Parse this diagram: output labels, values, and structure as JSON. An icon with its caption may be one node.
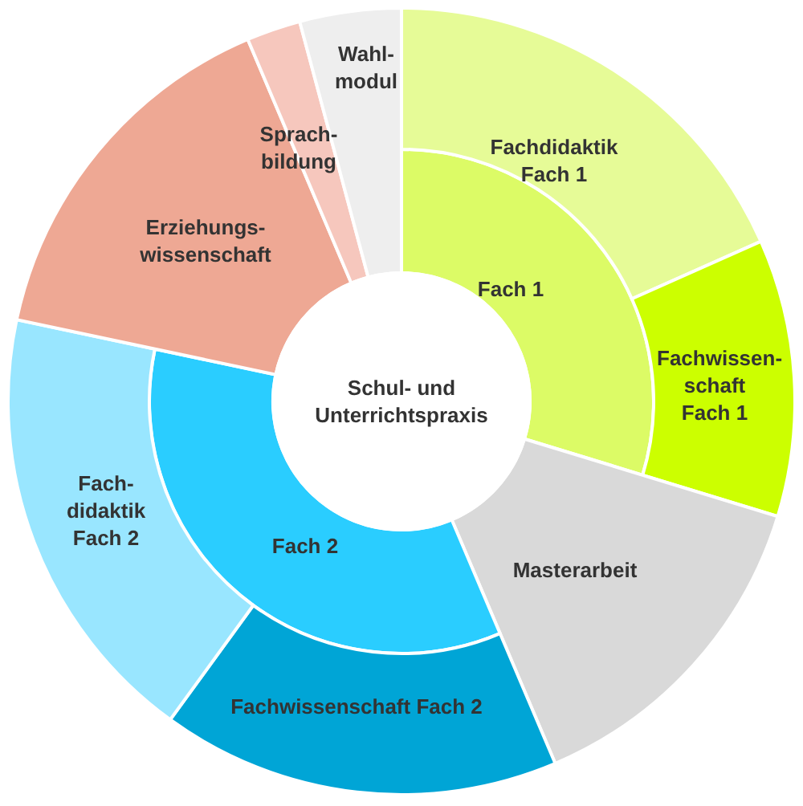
{
  "diagram": {
    "nodes": [
      {
        "text": [
          "Schul- und Unterrichtspraxis"
        ]
      },
      {
        "text": [
          "Fach 1"
        ]
      },
      {
        "text": [
          "Fachdidaktik Fach 1"
        ]
      },
      {
        "text": [
          "Fachwissen- schaft Fach 1"
        ]
      },
      {
        "text": [
          "Masterarbeit"
        ]
      },
      {
        "text": [
          "Fach 2"
        ]
      },
      {
        "text": [
          "Fachwissenschaft Fach 2"
        ]
      },
      {
        "text": [
          "Fach- didaktik Fach 2"
        ]
      },
      {
        "text": [
          "Erziehungs- wissenschaft"
        ]
      },
      {
        "text": [
          "Sprach- bildung"
        ]
      },
      {
        "text": [
          "Wahl- modul"
        ]
      }
    ],
    "edges": []
  }
}
